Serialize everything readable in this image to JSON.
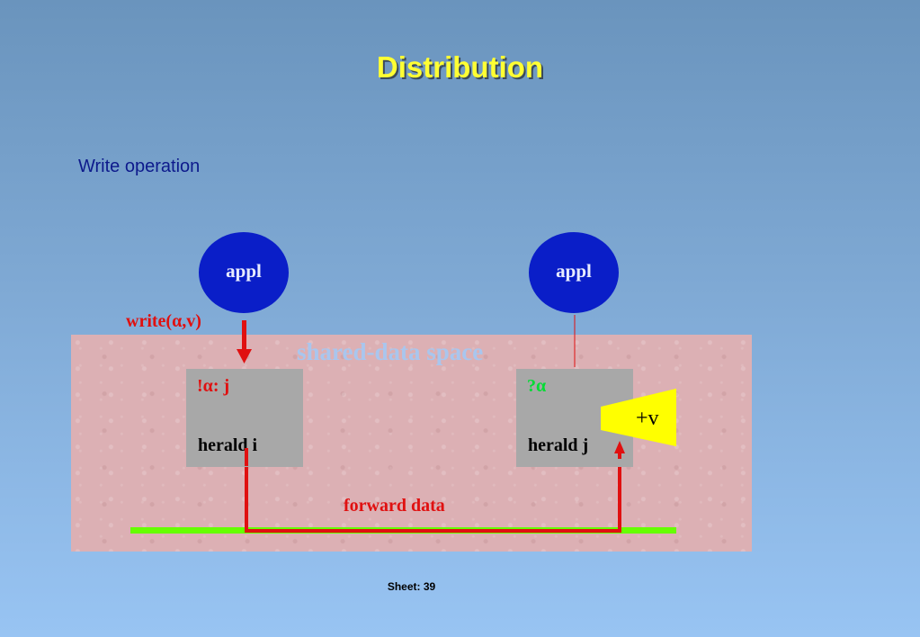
{
  "title": "Distribution",
  "subtitle": "Write operation",
  "shared_space_label": "shared-data space",
  "left": {
    "appl_label": "appl",
    "write_label": "write(α,v)",
    "herald_state": "!α: j",
    "herald_name": "herald i"
  },
  "right": {
    "appl_label": "appl",
    "herald_state": "?α",
    "herald_name": "herald j",
    "value_label": "+v"
  },
  "forward_label": "forward data",
  "footer": "Sheet: 39",
  "colors": {
    "title": "#ffff33",
    "appl": "#0a1ec8",
    "arrow": "#e01010",
    "network_bar": "#66ff00",
    "state_right": "#00dd33",
    "funnel": "#ffff00"
  }
}
